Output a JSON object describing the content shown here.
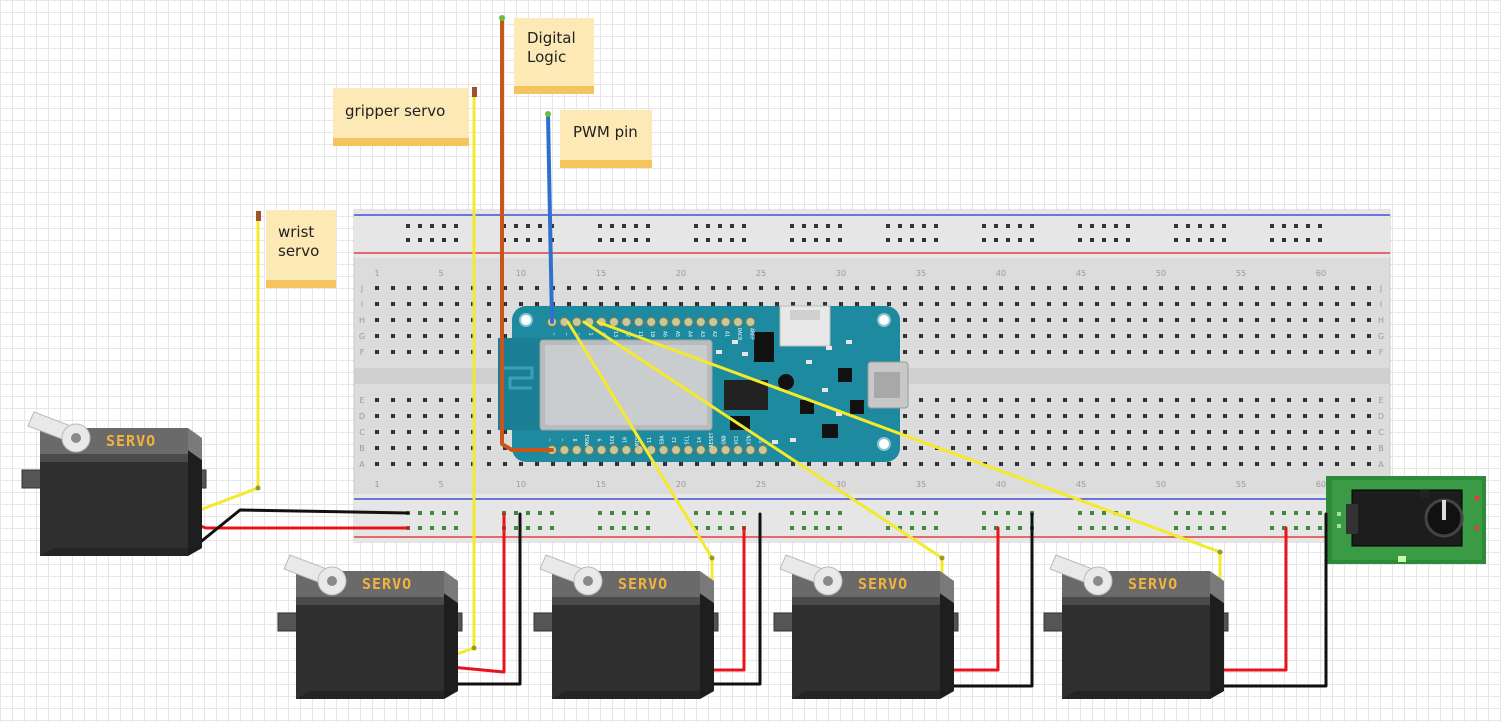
{
  "notes": {
    "digital_logic_line1": "Digital",
    "digital_logic_line2": "Logic",
    "gripper": "gripper servo",
    "pwm": "PWM pin",
    "wrist_line1": "wrist",
    "wrist_line2": "servo"
  },
  "servo_label": "SERVO",
  "breadboard": {
    "column_numbers": [
      "1",
      "5",
      "10",
      "15",
      "20",
      "25",
      "30",
      "35",
      "40",
      "45",
      "50",
      "55",
      "60"
    ],
    "row_letters_top": [
      "J",
      "I",
      "H",
      "G",
      "F"
    ],
    "row_letters_bottom": [
      "E",
      "D",
      "C",
      "B",
      "A"
    ]
  },
  "board": {
    "top_pin_labels": [
      "~",
      "~",
      "~",
      "1",
      "0",
      "13",
      "12",
      "11",
      "10",
      "A6",
      "A5",
      "A4",
      "A3",
      "A2",
      "A1",
      "DAC0",
      "AREF"
    ],
    "bottom_pin_labels": [
      "~",
      "~",
      "8",
      "MOSI",
      "9",
      "SCK",
      "10",
      "MISO",
      "11",
      "SDA",
      "12",
      "SCL",
      "14",
      "RESET",
      "GND",
      "VCC",
      "VIN",
      "5V"
    ]
  },
  "colors": {
    "board_teal": "#1d8aa0",
    "wire_yellow": "#f4ea2b",
    "wire_red": "#e8141c",
    "wire_black": "#111111",
    "wire_orange": "#c8561a",
    "wire_blue": "#2f6fd0",
    "note_yellow": "#fde9b6",
    "servo_body": "#333333",
    "power_jack_green": "#2e8b3a"
  }
}
